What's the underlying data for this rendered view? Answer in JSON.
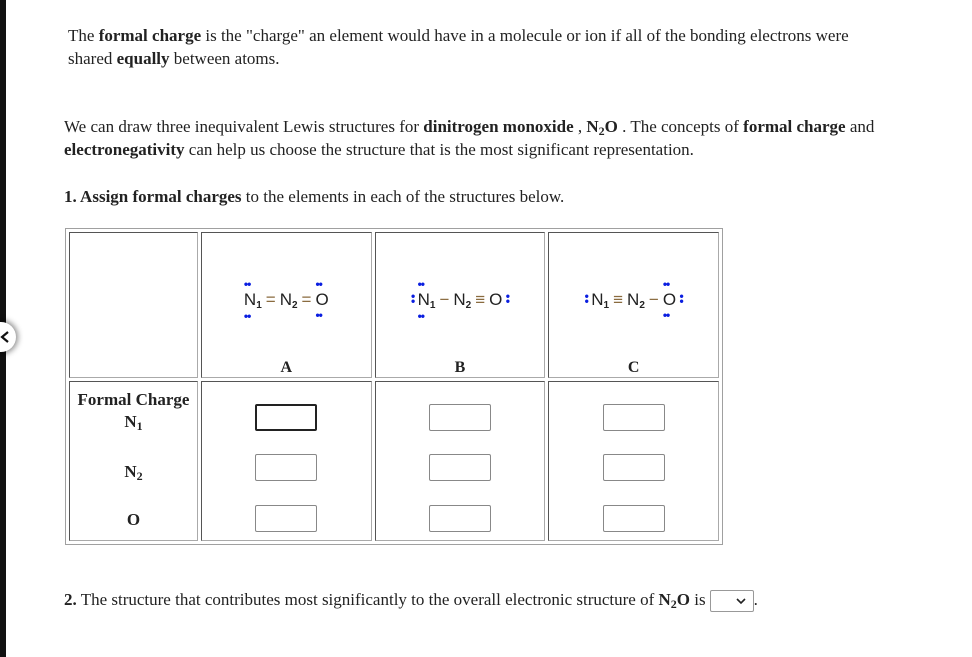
{
  "intro": {
    "t1": "The ",
    "b1": "formal charge",
    "t2": " is the \"charge\" an element would have in a molecule or ion if all of the bonding electrons were",
    "t3": "shared ",
    "b2": "equally",
    "t4": " between atoms."
  },
  "context": {
    "t1": "We can draw three inequivalent Lewis structures for ",
    "b1": "dinitrogen monoxide",
    "t2": " , ",
    "formula_n": "N",
    "formula_sub": "2",
    "formula_o": "O",
    "t3": " . The concepts of ",
    "b2": "formal charge",
    "t4": " and",
    "b3": "electronegativity",
    "t5": " can help us choose the structure that is the most significant representation."
  },
  "question1": {
    "number": "1.",
    "bold": " Assign formal charges",
    "text": " to the elements in each of the structures below."
  },
  "table": {
    "structures": [
      {
        "label": "A",
        "atoms": [
          "N",
          "N",
          "O"
        ],
        "subs": [
          "1",
          "2",
          ""
        ],
        "bonds": [
          "=",
          "="
        ],
        "lone_pairs": {
          "N1": "top,bottom",
          "N2": "none",
          "O": "top,bottom"
        }
      },
      {
        "label": "B",
        "atoms": [
          "N",
          "N",
          "O"
        ],
        "subs": [
          "1",
          "2",
          ""
        ],
        "bonds": [
          "−",
          "≡"
        ],
        "lone_pairs": {
          "N1": "top,bottom,left",
          "N2": "none",
          "O": "right"
        }
      },
      {
        "label": "C",
        "atoms": [
          "N",
          "N",
          "O"
        ],
        "subs": [
          "1",
          "2",
          ""
        ],
        "bonds": [
          "≡",
          "−"
        ],
        "lone_pairs": {
          "N1": "left",
          "N2": "none",
          "O": "top,bottom,right"
        }
      }
    ],
    "row_header": "Formal Charge",
    "rows": [
      {
        "atom": "N",
        "sub": "1"
      },
      {
        "atom": "N",
        "sub": "2"
      },
      {
        "atom": "O",
        "sub": ""
      }
    ],
    "inputs": {
      "A": [
        "",
        "",
        ""
      ],
      "B": [
        "",
        "",
        ""
      ],
      "C": [
        "",
        "",
        ""
      ]
    },
    "focused_input": "A-N1"
  },
  "question2": {
    "number": "2.",
    "text": " The structure that contributes most significantly to the overall electronic structure of ",
    "formula_n": "N",
    "formula_sub": "2",
    "formula_o": "O",
    "t2": " is",
    "select_value": "",
    "end": "."
  },
  "colors": {
    "lone_pair": "#0a1ee0",
    "bond": "#8a6b3f"
  },
  "icons": {
    "back": "chevron-left-icon",
    "dropdown": "chevron-down-icon"
  }
}
